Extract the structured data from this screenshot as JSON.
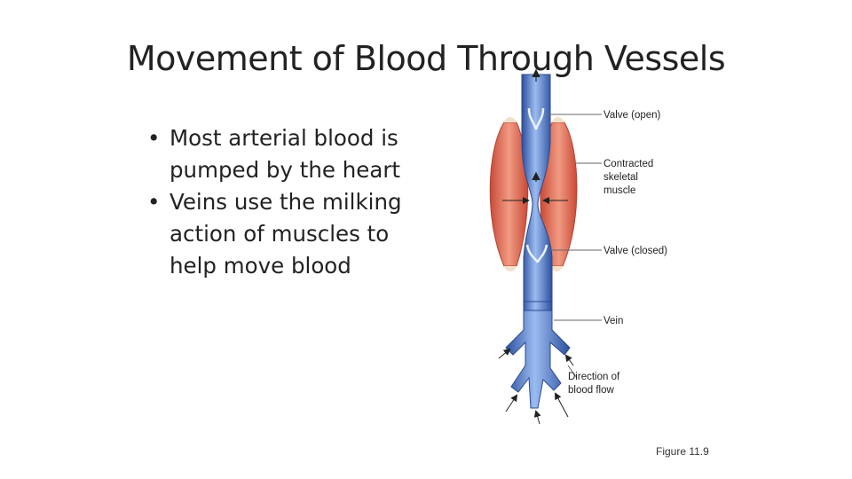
{
  "title": "Movement of Blood Through Vessels",
  "bullets": [
    {
      "marker": "•",
      "text": "Most arterial blood is pumped by the heart"
    },
    {
      "marker": "•",
      "text": "Veins use the milking action of muscles to help move blood"
    }
  ],
  "diagram": {
    "labels": {
      "valve_open": "Valve (open)",
      "contracted_muscle": [
        "Contracted",
        "skeletal",
        "muscle"
      ],
      "valve_closed": "Valve (closed)",
      "vein": "Vein",
      "direction": [
        "Direction of",
        "blood flow"
      ]
    },
    "colors": {
      "vein_blue": "#3a5fb0",
      "vein_light": "#8fb0e6",
      "muscle_red": "#d9644f",
      "muscle_light": "#f2a893",
      "tendon": "#f3e0c9"
    }
  },
  "figure_caption": "Figure 11.9"
}
